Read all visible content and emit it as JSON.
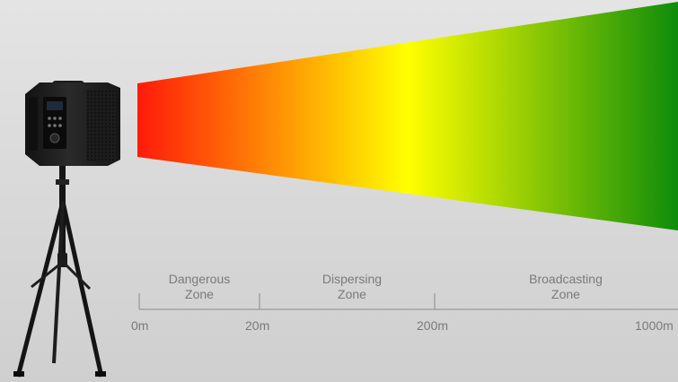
{
  "zones": [
    {
      "line1": "Dangerous",
      "line2": "Zone"
    },
    {
      "line1": "Dispersing",
      "line2": "Zone"
    },
    {
      "line1": "Broadcasting",
      "line2": "Zone"
    }
  ],
  "distances": [
    "0m",
    "20m",
    "200m",
    "1000m"
  ],
  "colors": {
    "near": "#ff1a0a",
    "mid": "#ffff00",
    "far": "#0e8c0a",
    "scale_line": "#8a8a8a",
    "speaker_body": "#1e1e1e"
  },
  "icons": {
    "speaker": "portable-pa-speaker-icon",
    "tripod": "tripod-stand-icon"
  }
}
